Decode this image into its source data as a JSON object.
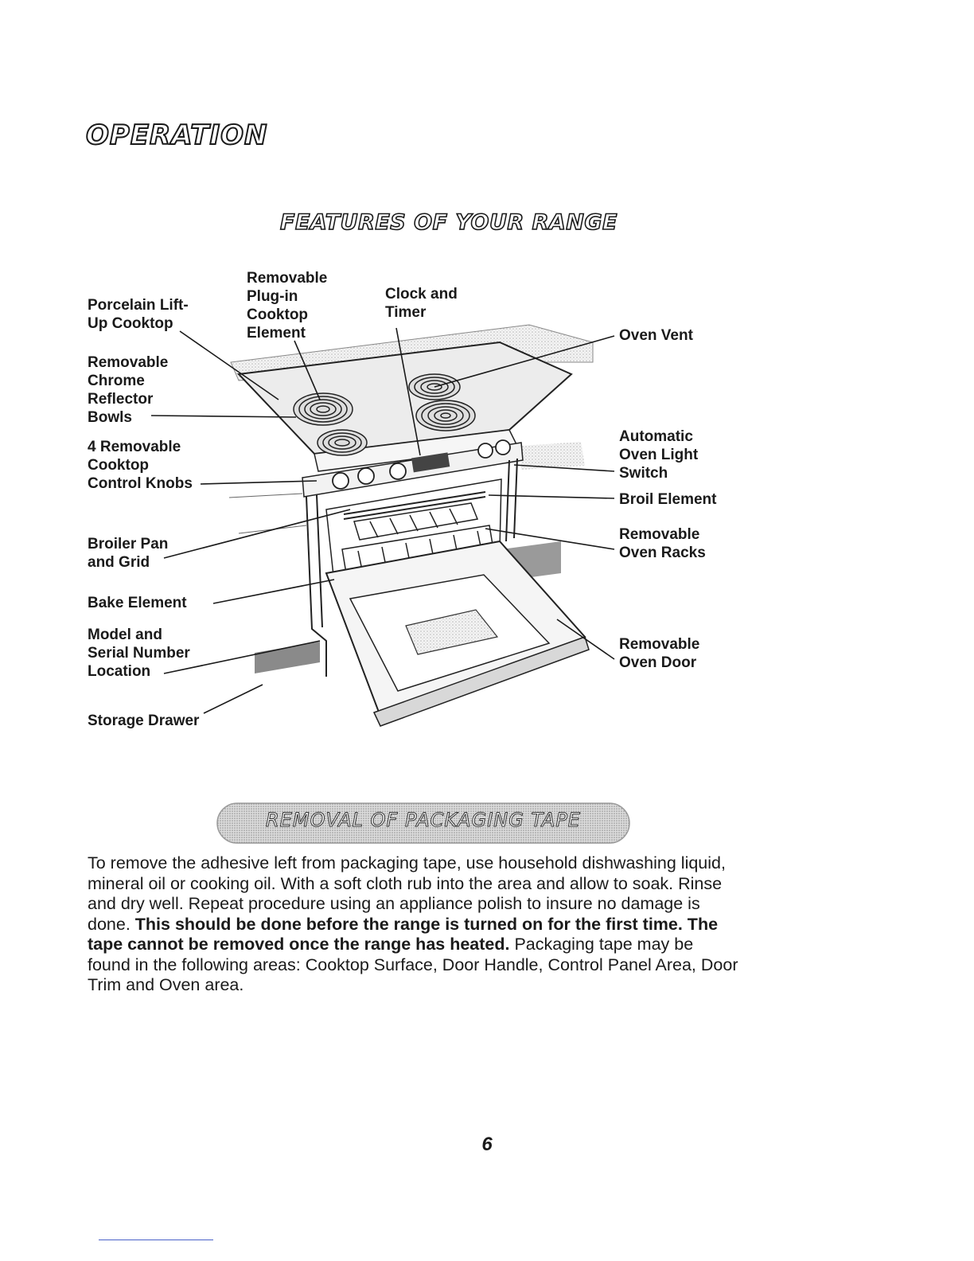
{
  "section_title": "OPERATION",
  "diagram": {
    "title": "FEATURES OF YOUR RANGE",
    "labels": {
      "cooktop": "Porcelain Lift-\nUp Cooktop",
      "reflector_bowls": "Removable\nChrome\nReflector\nBowls",
      "control_knobs": "4 Removable\nCooktop\nControl Knobs",
      "broiler_pan": "Broiler Pan\nand Grid",
      "bake_element": "Bake Element",
      "model_serial": "Model and\nSerial Number\nLocation",
      "storage_drawer": "Storage Drawer",
      "plugin_element": "Removable\nPlug-in\nCooktop\nElement",
      "clock_timer": "Clock and\nTimer",
      "oven_vent": "Oven Vent",
      "oven_light_switch": "Automatic\nOven Light\nSwitch",
      "broil_element": "Broil Element",
      "oven_racks": "Removable\nOven Racks",
      "oven_door": "Removable\nOven Door"
    }
  },
  "packaging": {
    "heading": "REMOVAL OF PACKAGING TAPE",
    "text_1": "To remove the adhesive left from packaging tape, use household dishwashing liquid, mineral oil or cooking oil. With a soft cloth rub into the area and allow to soak. Rinse and dry well. Repeat procedure using an appliance polish to insure no damage is done. ",
    "text_bold": "This should be done before the range is turned on for the first time. The tape cannot be removed once the range has heated.",
    "text_2": " Packaging tape may be found in the following areas: Cooktop Surface, Door Handle, Control Panel Area, Door Trim and Oven area."
  },
  "page_number": "6"
}
